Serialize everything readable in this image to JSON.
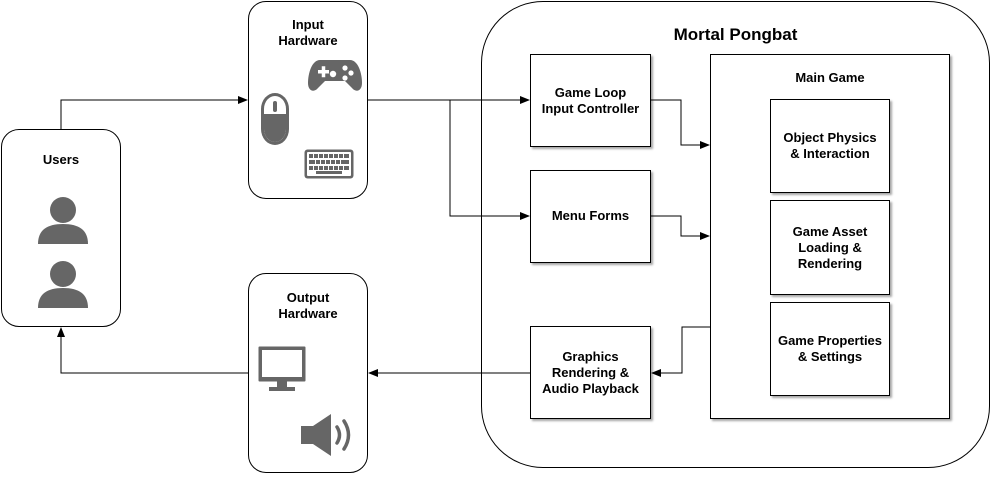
{
  "users": {
    "label": "Users"
  },
  "input_hardware": {
    "label": "Input\nHardware"
  },
  "output_hardware": {
    "label": "Output\nHardware"
  },
  "system": {
    "label": "Mortal Pongbat"
  },
  "game_loop": {
    "label": "Game Loop\nInput Controller"
  },
  "menu_forms": {
    "label": "Menu Forms"
  },
  "graphics": {
    "label": "Graphics\nRendering &\nAudio Playback"
  },
  "main_game": {
    "label": "Main Game",
    "components": [
      {
        "label": "Object Physics\n& Interaction"
      },
      {
        "label": "Game Asset\nLoading &\nRendering"
      },
      {
        "label": "Game Properties\n& Settings"
      }
    ]
  },
  "icons": {
    "user_icon": "user-icon",
    "gamepad_icon": "gamepad-icon",
    "mouse_icon": "mouse-icon",
    "keyboard_icon": "keyboard-icon",
    "monitor_icon": "monitor-icon",
    "speaker_icon": "speaker-icon"
  },
  "colors": {
    "icon_gray": "#666666",
    "line": "#000000"
  }
}
